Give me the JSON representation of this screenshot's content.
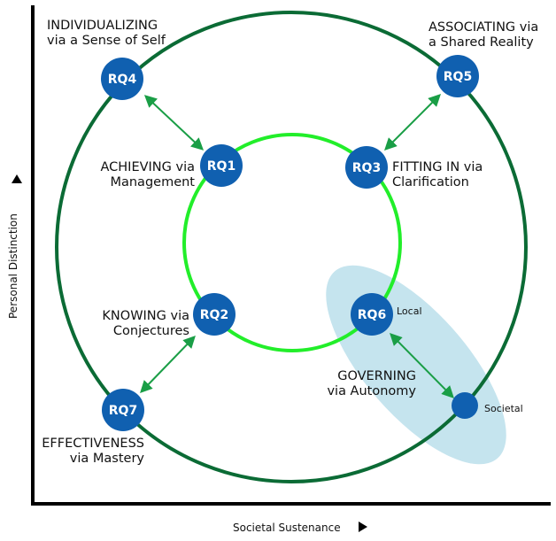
{
  "colors": {
    "node_fill": "#1060b0",
    "outer_ring": "#0b6b35",
    "inner_ring": "#22ee2a",
    "arrow": "#1a9e46",
    "governing_ellipse": "#c5e4ee",
    "axis": "#000000"
  },
  "axes": {
    "y_label": "Personal Distinction",
    "y_arrow": "up-triangle",
    "x_label": "Societal Sustenance",
    "x_arrow": "right-triangle"
  },
  "rings": [
    {
      "name": "outer-ring",
      "nodes": [
        "RQ4",
        "RQ5",
        "RQ7",
        "Societal"
      ]
    },
    {
      "name": "inner-ring",
      "nodes": [
        "RQ1",
        "RQ2",
        "RQ3",
        "RQ6"
      ]
    }
  ],
  "nodes": {
    "rq1": {
      "label": "RQ1",
      "caption": [
        "ACHIEVING via",
        "Management"
      ]
    },
    "rq2": {
      "label": "RQ2",
      "caption": [
        "KNOWING via",
        "Conjectures"
      ]
    },
    "rq3": {
      "label": "RQ3",
      "caption": [
        "FITTING IN via",
        "Clarification"
      ]
    },
    "rq4": {
      "label": "RQ4",
      "caption": [
        "INDIVIDUALIZING",
        "via a Sense of Self"
      ]
    },
    "rq5": {
      "label": "RQ5",
      "caption": [
        "ASSOCIATING via",
        "a Shared Reality"
      ]
    },
    "rq6": {
      "label": "RQ6",
      "tag": "Local"
    },
    "rq7": {
      "label": "RQ7",
      "caption": [
        "EFFECTIVENESS",
        "via Mastery"
      ]
    },
    "societal": {
      "label": "",
      "tag": "Societal"
    }
  },
  "governing": {
    "caption": [
      "GOVERNING",
      "via Autonomy"
    ]
  },
  "connections": [
    {
      "from": "RQ4",
      "to": "RQ1",
      "type": "bidirectional"
    },
    {
      "from": "RQ5",
      "to": "RQ3",
      "type": "bidirectional"
    },
    {
      "from": "RQ2",
      "to": "RQ7",
      "type": "bidirectional"
    },
    {
      "from": "RQ6",
      "to": "Societal",
      "type": "bidirectional"
    }
  ]
}
